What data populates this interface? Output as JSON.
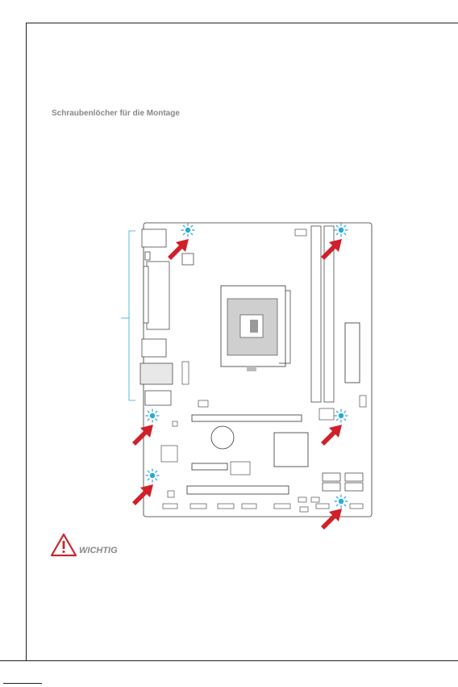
{
  "heading": "Schraubenlöcher für die Montage",
  "important_label": "WICHTIG",
  "colors": {
    "screw_hole": "#29a8e0",
    "arrow": "#d0212a",
    "warning": "#c8262d",
    "heading": "#888888"
  },
  "icons": {
    "warning": "warning-triangle-icon",
    "screw_hole": "screw-hole-icon",
    "pointer": "red-arrow-icon"
  },
  "screw_hole_count": 6
}
